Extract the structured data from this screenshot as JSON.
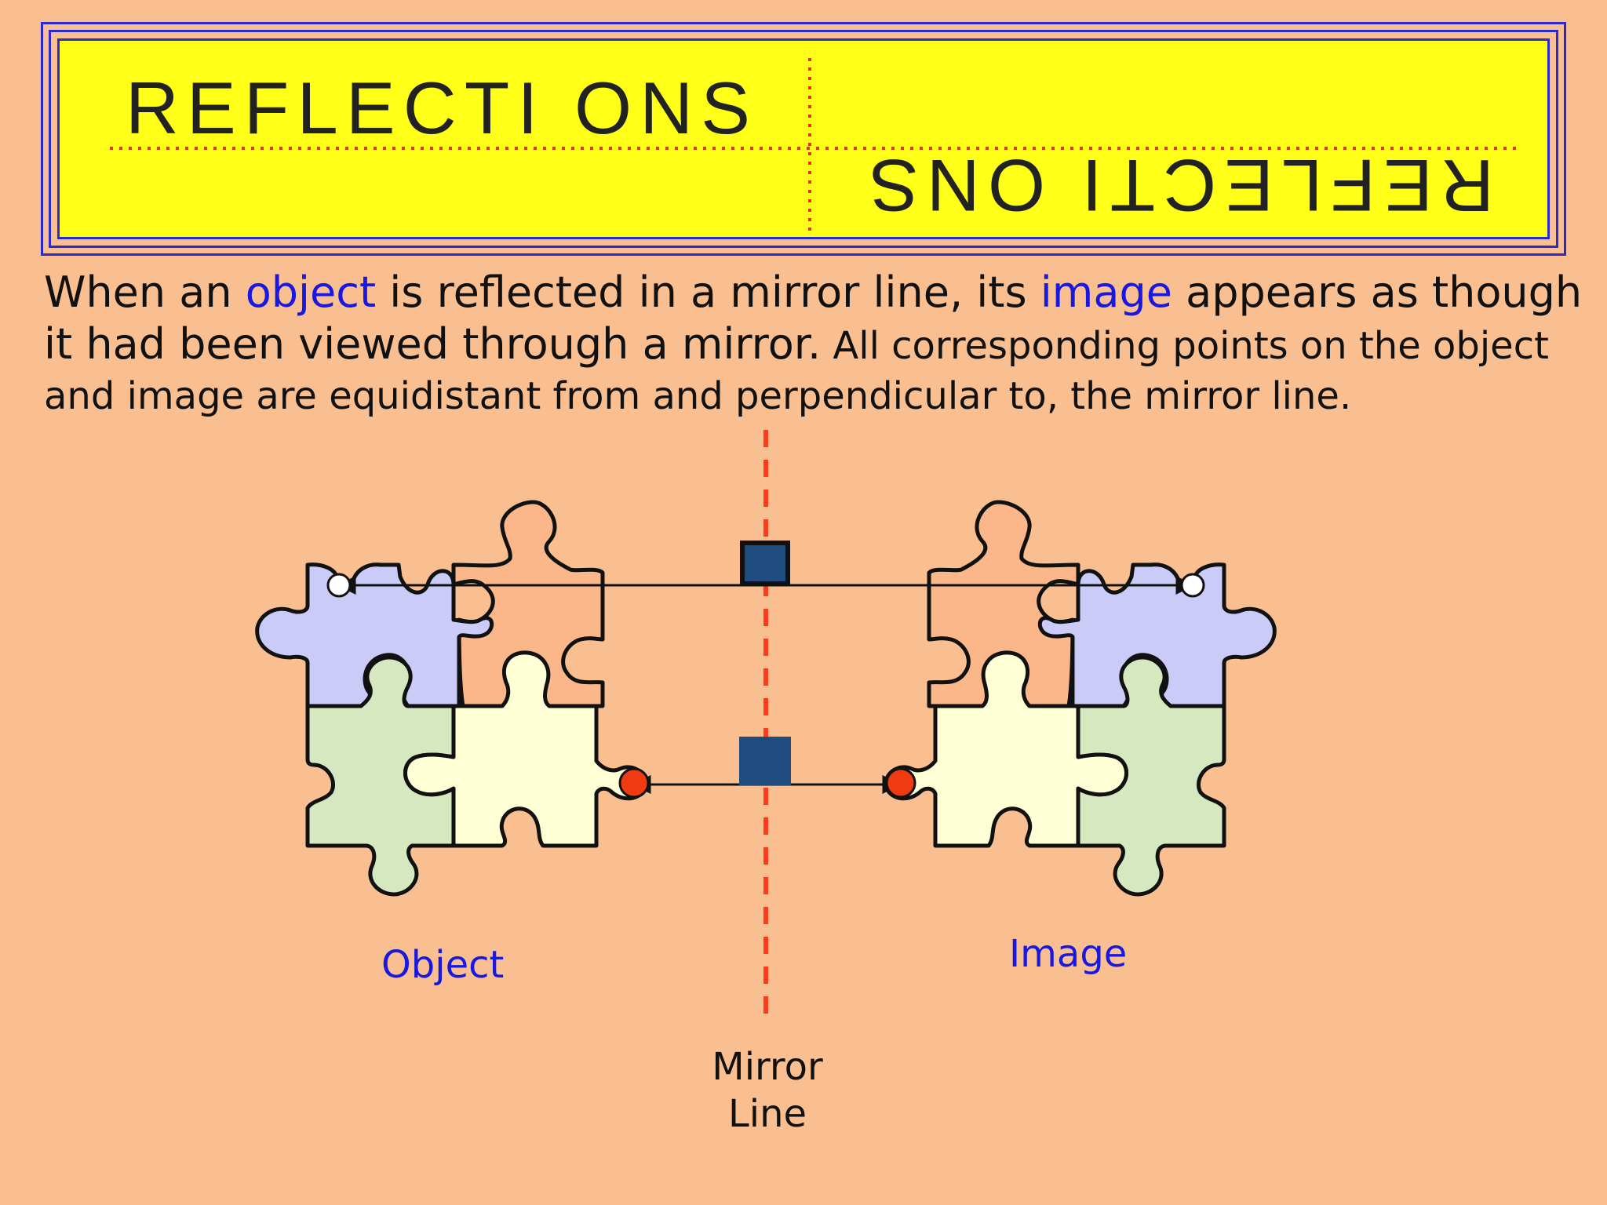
{
  "title": {
    "text": "REFLECTI ONS"
  },
  "description": {
    "line1_part1": "When an ",
    "line1_highlight1": "object",
    "line1_part2": " is reflected in a mirror line, its ",
    "line1_highlight2": "image",
    "line1_part3": " appears as though",
    "line2_part1": "it had been viewed through a mirror.",
    "line2_part2": " All corresponding points on the object",
    "line3": "and image are equidistant from and perpendicular to, the mirror line."
  },
  "diagram": {
    "object_label": "Object",
    "image_label": "Image",
    "mirror_label_line1": "Mirror",
    "mirror_label_line2": "Line"
  },
  "colors": {
    "background": "#fabf91",
    "banner": "#ffff17",
    "border": "#2a2ad0",
    "highlight": "#1818e0",
    "mirror_line": "#ff3a1a",
    "piece_blue": "#cbcbf7",
    "piece_orange": "#fbb78a",
    "piece_green": "#d6e8bf",
    "piece_cream": "#ffffd6",
    "marker_square": "#1e4c7e",
    "point_red": "#f03a12"
  }
}
